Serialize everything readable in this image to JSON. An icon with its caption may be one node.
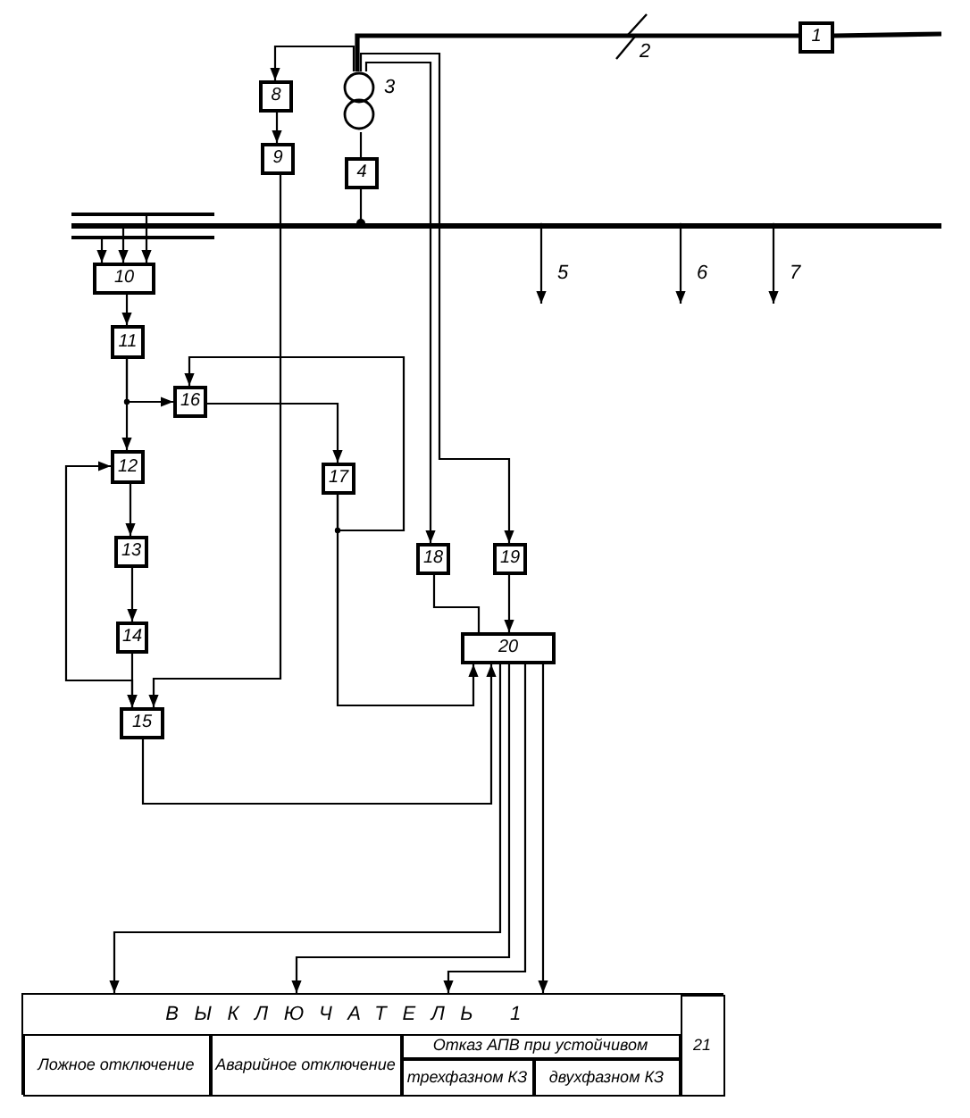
{
  "diagram": {
    "nodes": [
      {
        "text": [
          "1"
        ]
      },
      {
        "text": [],
        "shape": "transformer",
        "beside": [
          "3"
        ]
      },
      {
        "text": [
          "4"
        ]
      },
      {
        "text": [],
        "shape": "bar"
      },
      {
        "text": [
          "8"
        ]
      },
      {
        "text": [
          "9"
        ]
      },
      {
        "text": [
          "10"
        ]
      },
      {
        "text": [
          "11"
        ]
      },
      {
        "text": [
          "12"
        ]
      },
      {
        "text": [
          "13"
        ]
      },
      {
        "text": [
          "14"
        ]
      },
      {
        "text": [
          "15"
        ]
      },
      {
        "text": [
          "16"
        ]
      },
      {
        "text": [
          "17"
        ]
      },
      {
        "text": [
          "18"
        ]
      },
      {
        "text": [
          "19"
        ]
      },
      {
        "text": [
          "20"
        ]
      },
      {
        "text": [
          "ВЫКЛЮЧАТЕЛЬ 1"
        ]
      },
      {
        "text": [
          "Ложное отключение"
        ],
        "in": 17
      },
      {
        "text": [
          "Аварийное отключение"
        ],
        "in": 17
      },
      {
        "text": [
          "Отказ АПВ при устойчивом"
        ],
        "in": 17
      },
      {
        "text": [
          "трехфазном КЗ"
        ],
        "in": 17
      },
      {
        "text": [
          "двухфазном КЗ"
        ],
        "in": 17
      },
      {
        "text": [
          "21"
        ],
        "in": 17
      },
      {
        "text": [],
        "shape": "bar"
      },
      {
        "text": [],
        "shape": "bar"
      }
    ],
    "edges": [
      {
        "from": 1,
        "to": 0,
        "arrow": "none",
        "style": "thick"
      },
      {
        "from": 1,
        "to": 4,
        "arrow": "to"
      },
      {
        "from": 1,
        "to": 14,
        "arrow": "to"
      },
      {
        "from": 1,
        "to": 15,
        "arrow": "to"
      },
      {
        "from": 1,
        "to": 2,
        "arrow": "none"
      },
      {
        "from": 2,
        "to": 3,
        "arrow": "other"
      },
      {
        "from": 3,
        "to": null,
        "arrow": "to",
        "label": "5"
      },
      {
        "from": 3,
        "to": null,
        "arrow": "to",
        "label": "6"
      },
      {
        "from": 3,
        "to": null,
        "arrow": "to",
        "label": "7"
      },
      {
        "from": 3,
        "to": 6,
        "arrow": "to"
      },
      {
        "from": 4,
        "to": 5,
        "arrow": "to"
      },
      {
        "from": 5,
        "to": 11,
        "arrow": "to"
      },
      {
        "from": 6,
        "to": 7,
        "arrow": "to"
      },
      {
        "from": 7,
        "to": 8,
        "arrow": "to"
      },
      {
        "from": 7,
        "to": 12,
        "arrow": "to"
      },
      {
        "from": 8,
        "to": 9,
        "arrow": "to"
      },
      {
        "from": 9,
        "to": 10,
        "arrow": "to"
      },
      {
        "from": 10,
        "to": 11,
        "arrow": "to"
      },
      {
        "from": 8,
        "to": 11,
        "arrow": "both"
      },
      {
        "from": 12,
        "to": 13,
        "arrow": "to"
      },
      {
        "from": 13,
        "to": 12,
        "arrow": "to"
      },
      {
        "from": 13,
        "to": 16,
        "arrow": "to"
      },
      {
        "from": 11,
        "to": 16,
        "arrow": "to"
      },
      {
        "from": 14,
        "to": 16,
        "arrow": "none"
      },
      {
        "from": 15,
        "to": 16,
        "arrow": "to"
      },
      {
        "from": 16,
        "to": 17,
        "arrow": "to"
      },
      {
        "from": 16,
        "to": 17,
        "arrow": "to"
      },
      {
        "from": 16,
        "to": 17,
        "arrow": "to"
      },
      {
        "from": 16,
        "to": 17,
        "arrow": "to"
      },
      {
        "from": 24,
        "to": 6,
        "arrow": "to"
      },
      {
        "from": 25,
        "to": 6,
        "arrow": "to"
      }
    ],
    "labels": [
      "2"
    ]
  }
}
